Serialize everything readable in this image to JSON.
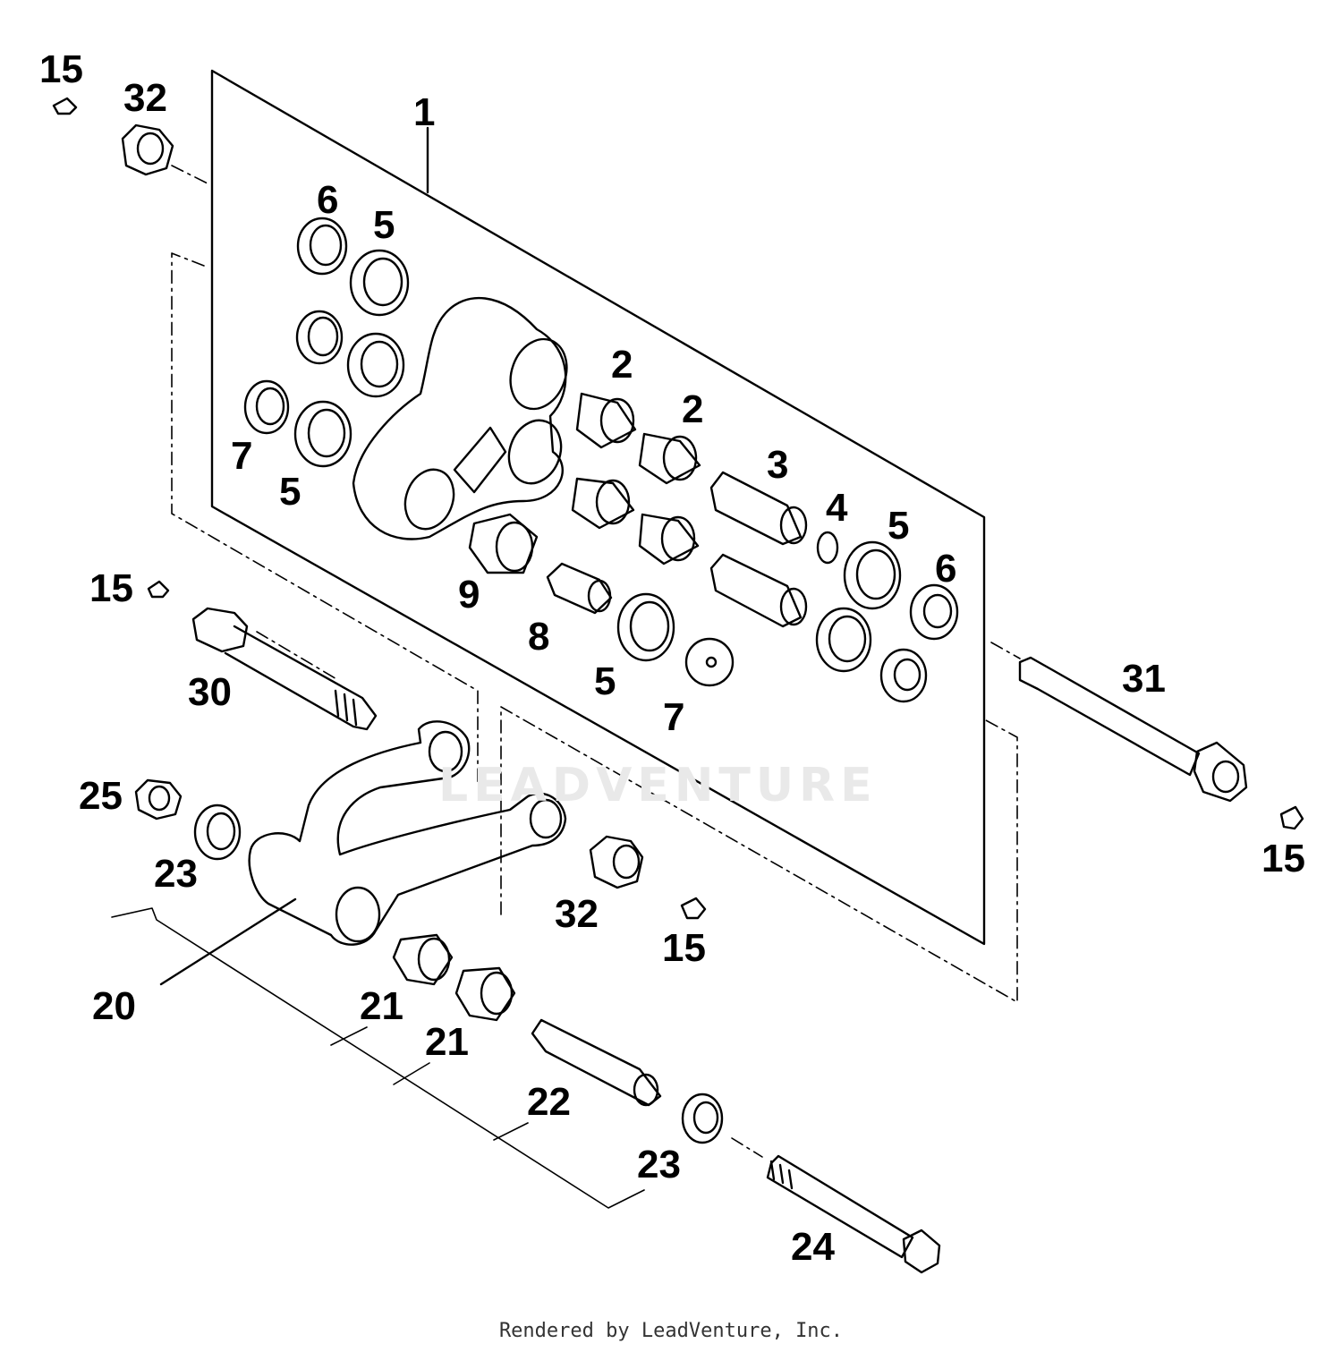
{
  "diagram": {
    "watermark": "LEADVENTURE",
    "footer": "Rendered by LeadVenture, Inc.",
    "callouts": {
      "c15_tl": "15",
      "c32_tl": "32",
      "c1": "1",
      "c6_top": "6",
      "c5_top": "5",
      "c7_left": "7",
      "c5_left": "5",
      "c2_a": "2",
      "c2_b": "2",
      "c3": "3",
      "c4": "4",
      "c5_right": "5",
      "c6_right": "6",
      "c9": "9",
      "c8": "8",
      "c5_bottom": "5",
      "c7_bottom": "7",
      "c15_mid": "15",
      "c30": "30",
      "c31": "31",
      "c25": "25",
      "c23_top": "23",
      "c32_mid": "32",
      "c15_center": "15",
      "c15_right": "15",
      "c20": "20",
      "c21_a": "21",
      "c21_b": "21",
      "c22": "22",
      "c23_bottom": "23",
      "c24": "24"
    }
  }
}
